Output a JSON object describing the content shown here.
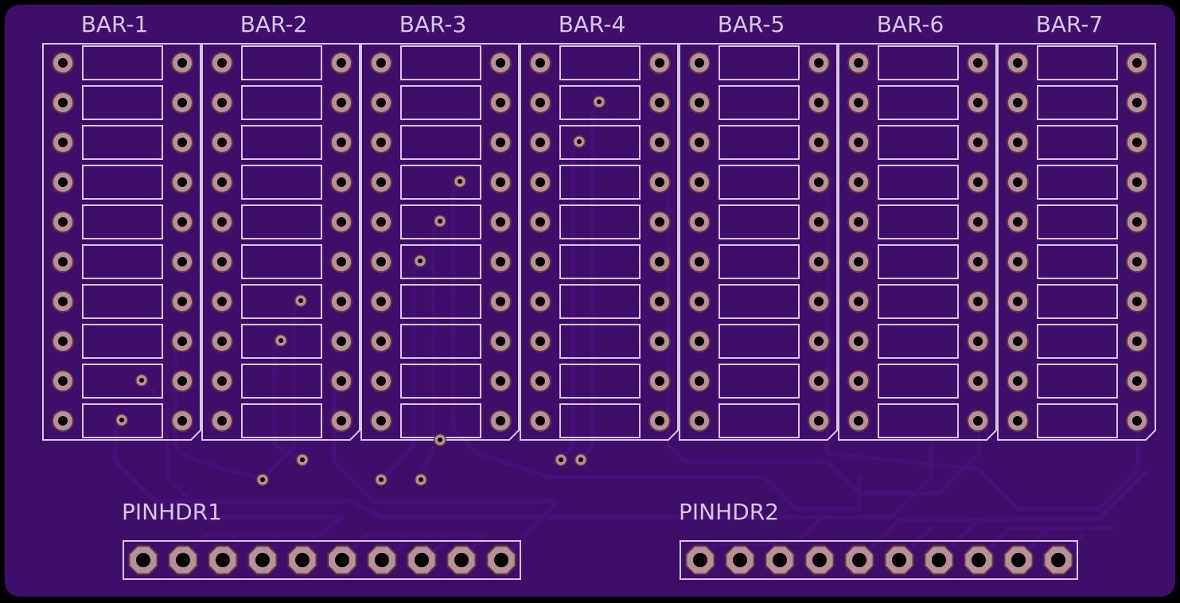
{
  "board": {
    "colors": {
      "outline": "#000000",
      "substrate": "#3d0f6b",
      "trace": "#451078",
      "silkscreen": "#d8c6e8",
      "pad_copper": "#b8909a",
      "pad_ring_dark": "#5a3a3e",
      "drill_hole": "#000000"
    },
    "bar_count": 7,
    "segments_per_bar": 10,
    "header_pin_count": 10
  },
  "bars": [
    {
      "label": "BAR-1"
    },
    {
      "label": "BAR-2"
    },
    {
      "label": "BAR-3"
    },
    {
      "label": "BAR-4"
    },
    {
      "label": "BAR-5"
    },
    {
      "label": "BAR-6"
    },
    {
      "label": "BAR-7"
    }
  ],
  "headers": [
    {
      "label": "PINHDR1"
    },
    {
      "label": "PINHDR2"
    }
  ]
}
